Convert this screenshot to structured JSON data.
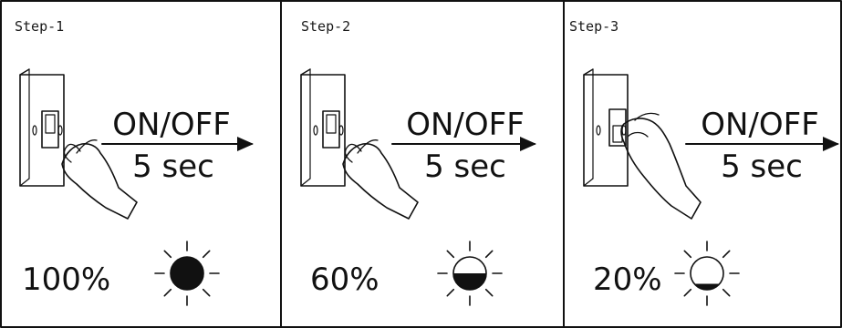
{
  "panels": [
    {
      "step": "Step-1",
      "label_top": "ON/OFF",
      "label_bottom": "5 sec",
      "brightness": "100%",
      "fill_fraction": 1.0
    },
    {
      "step": "Step-2",
      "label_top": "ON/OFF",
      "label_bottom": "5 sec",
      "brightness": "60%",
      "fill_fraction": 0.5
    },
    {
      "step": "Step-3",
      "label_top": "ON/OFF",
      "label_bottom": "5 sec",
      "brightness": "20%",
      "fill_fraction": 0.18
    }
  ],
  "colors": {
    "ink": "#111111",
    "background": "#ffffff"
  }
}
